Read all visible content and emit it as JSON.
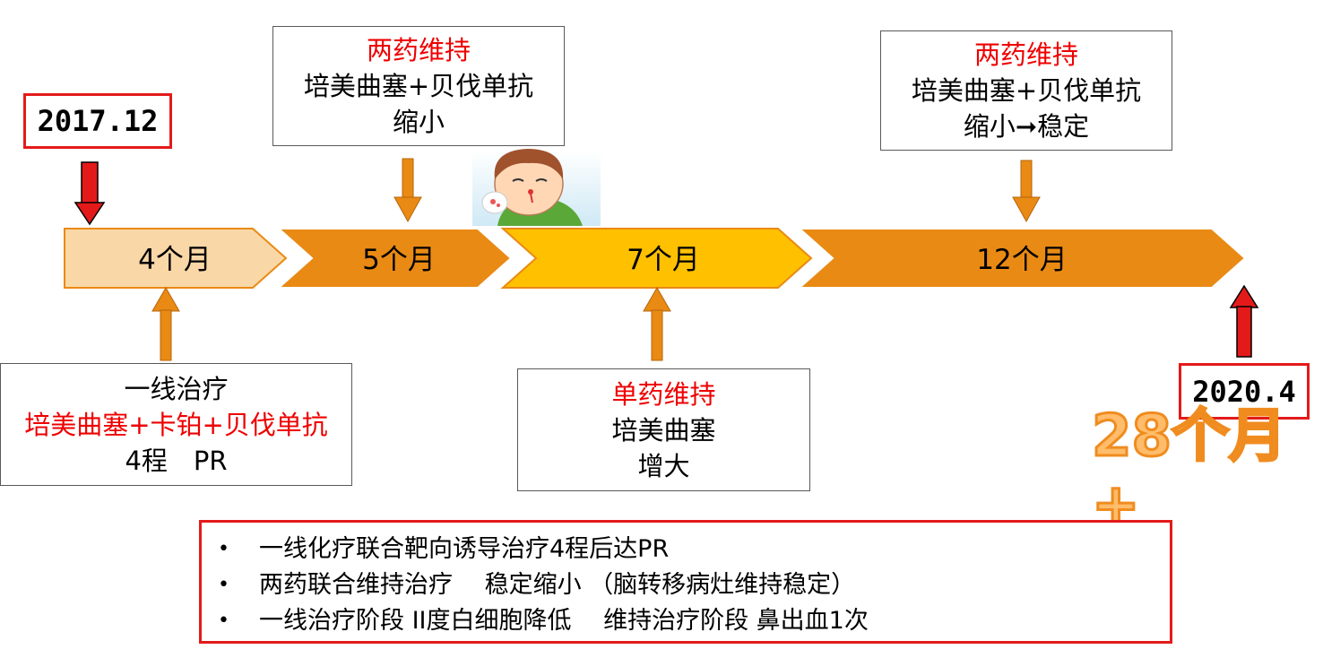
{
  "start_date": "2017.12",
  "end_date": "2020.4",
  "total_duration": "28个月+",
  "segments": [
    {
      "label": "4个月",
      "color": "#fad7a6"
    },
    {
      "label": "5个月",
      "color": "#e98a14"
    },
    {
      "label": "7个月",
      "color": "#ffc000"
    },
    {
      "label": "12个月",
      "color": "#e98a14"
    }
  ],
  "boxes": {
    "first_line": {
      "title": "一线治疗",
      "regimen": "培美曲塞+卡铂+贝伐单抗",
      "result": "4程　PR"
    },
    "dual_maint_1": {
      "title": "两药维持",
      "regimen": "培美曲塞+贝伐单抗",
      "result": "缩小"
    },
    "single_maint": {
      "title": "单药维持",
      "regimen": "培美曲塞",
      "result": "增大"
    },
    "dual_maint_2": {
      "title": "两药维持",
      "regimen": "培美曲塞+贝伐单抗",
      "result": "缩小➞稳定"
    }
  },
  "summary": [
    "一线化疗联合靶向诱导治疗4程后达PR",
    "两药联合维持治疗　 稳定缩小 （脑转移病灶维持稳定）",
    "一线治疗阶段 II度白细胞降低　 维持治疗阶段 鼻出血1次"
  ],
  "colors": {
    "date_border": "#e41a1a",
    "red_arrow": "#e41a1a",
    "orange_arrow": "#e98a14",
    "red_text": "#ee0000",
    "duration_fill": "#ffbc6a"
  },
  "illustration_icon": "child-nosebleed-icon"
}
